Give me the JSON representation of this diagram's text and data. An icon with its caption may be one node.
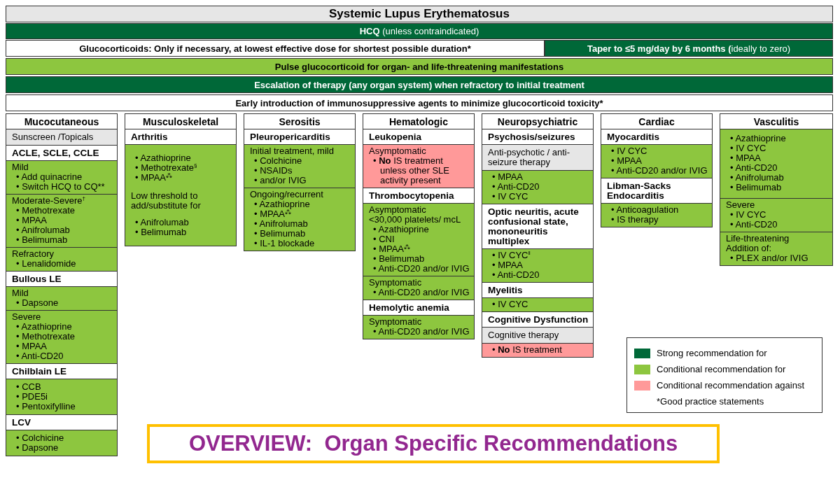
{
  "diagram": {
    "title": "Systemic Lupus Erythematosus",
    "caption": "OVERVIEW:  Organ Specific Recommendations",
    "nodes": [
      {
        "text": [
          "**HCQ** (unless contraindicated)"
        ]
      },
      {
        "text": [
          "Glucocorticoids: Only if necessary, at lowest effective dose for shortest possible duration*"
        ]
      },
      {
        "text": [
          "**Taper to ≤5 mg/day by 6 months (**ideally to zero)"
        ]
      },
      {
        "text": [
          "Pulse glucocorticoid for organ- and life-threatening manifestations"
        ]
      },
      {
        "text": [
          "Escalation of therapy (any organ system) when refractory to initial treatment"
        ]
      },
      {
        "text": [
          "Early introduction of immunosuppressive agents to minimize glucocorticoid toxicity*"
        ]
      },
      {
        "text": [
          "Mucocutaneous"
        ]
      },
      {
        "text": [
          "Sunscreen /Topicals"
        ]
      },
      {
        "text": [
          "ACLE, SCLE, CCLE"
        ]
      },
      {
        "text": [
          "Mild",
          "• Add quinacrine",
          "• Switch HCQ to CQ**"
        ]
      },
      {
        "text": [
          "Moderate-Severe$^{†}$",
          "• Methotrexate",
          "• MPAA",
          "• Anifrolumab",
          "• Belimumab"
        ]
      },
      {
        "text": [
          "Refractory",
          "• Lenalidomide"
        ]
      },
      {
        "text": [
          "Bullous LE"
        ]
      },
      {
        "text": [
          "Mild",
          "• Dapsone"
        ]
      },
      {
        "text": [
          "Severe",
          "• Azathioprine",
          "• Methotrexate",
          "• MPAA",
          "• Anti-CD20"
        ]
      },
      {
        "text": [
          "Chilblain LE"
        ]
      },
      {
        "text": [
          "• CCB",
          "• PDE5i",
          "• Pentoxifylline"
        ]
      },
      {
        "text": [
          "LCV"
        ]
      },
      {
        "text": [
          "• Colchicine",
          "• Dapsone"
        ]
      },
      {
        "text": [
          "Musculoskeletal"
        ]
      },
      {
        "text": [
          "Arthritis"
        ]
      },
      {
        "text": [
          "• Azathioprine",
          "• Methotrexate$^{§}$",
          "• MPAA$^{⁂}$",
          "Low threshold to add/substitute for",
          "• Anifrolumab",
          "• Belimumab"
        ]
      },
      {
        "text": [
          "Serositis"
        ]
      },
      {
        "text": [
          "Pleuropericarditis"
        ]
      },
      {
        "text": [
          "Initial treatment, mild",
          "• Colchicine",
          "• NSAIDs",
          "• and/or IVIG"
        ]
      },
      {
        "text": [
          "Ongoing/recurrent",
          "• Azathioprine",
          "• MPAA$^{⁂}$",
          "• Anifrolumab",
          "• Belimumab",
          "• IL-1 blockade"
        ]
      },
      {
        "text": [
          "Hematologic"
        ]
      },
      {
        "text": [
          "Leukopenia"
        ]
      },
      {
        "text": [
          "Asymptomatic",
          "• **No** IS treatment unless other SLE activity present"
        ]
      },
      {
        "text": [
          "Thrombocytopenia"
        ]
      },
      {
        "text": [
          "Asymptomatic",
          "<30,000 platelets/ mcL",
          "• Azathioprine",
          "• CNI",
          "• MPAA$^{⁂}$",
          "• Belimumab",
          "• Anti-CD20 and/or IVIG"
        ]
      },
      {
        "text": [
          "Symptomatic",
          "• Anti-CD20 and/or IVIG"
        ]
      },
      {
        "text": [
          "Hemolytic anemia"
        ]
      },
      {
        "text": [
          "Symptomatic",
          "• Anti-CD20 and/or IVIG"
        ]
      },
      {
        "text": [
          "Neuropsychiatric"
        ]
      },
      {
        "text": [
          "Psychosis/seizures"
        ]
      },
      {
        "text": [
          "Anti-psychotic / anti-seizure therapy"
        ]
      },
      {
        "text": [
          "• MPAA",
          "• Anti-CD20",
          "• IV CYC"
        ]
      },
      {
        "text": [
          "Optic neuritis, acute confusional state, mononeuritis multiplex"
        ]
      },
      {
        "text": [
          "• IV CYC$^{‖}$",
          "• MPAA",
          "• Anti-CD20"
        ]
      },
      {
        "text": [
          "Myelitis"
        ]
      },
      {
        "text": [
          "• IV CYC"
        ]
      },
      {
        "text": [
          "Cognitive Dysfunction"
        ]
      },
      {
        "text": [
          "Cognitive therapy"
        ]
      },
      {
        "text": [
          "• **No** IS treatment"
        ]
      },
      {
        "text": [
          "Cardiac"
        ]
      },
      {
        "text": [
          "Myocarditis"
        ]
      },
      {
        "text": [
          "• IV CYC",
          "• MPAA",
          "• Anti-CD20 and/or IVIG"
        ]
      },
      {
        "text": [
          "Libman-Sacks Endocarditis"
        ]
      },
      {
        "text": [
          "• Anticoagulation",
          "• IS therapy"
        ]
      },
      {
        "text": [
          "Vasculitis"
        ]
      },
      {
        "text": [
          "• Azathioprine",
          "• IV CYC",
          "• MPAA",
          "• Anti-CD20",
          "• Anifrolumab",
          "• Belimumab"
        ]
      },
      {
        "text": [
          "Severe",
          "• IV CYC",
          "• Anti-CD20"
        ]
      },
      {
        "text": [
          "Life-threatening",
          "Addition of:",
          "• PLEX and/or IVIG"
        ]
      }
    ],
    "labels": [
      "*Good practice statements"
    ],
    "legend": [
      {
        "text": "Strong recommendation for",
        "color": "#006838"
      },
      {
        "text": "Conditional recommendation for",
        "color": "#8dc63f"
      },
      {
        "text": "Conditional recommendation against",
        "color": "#ff9999"
      }
    ]
  }
}
